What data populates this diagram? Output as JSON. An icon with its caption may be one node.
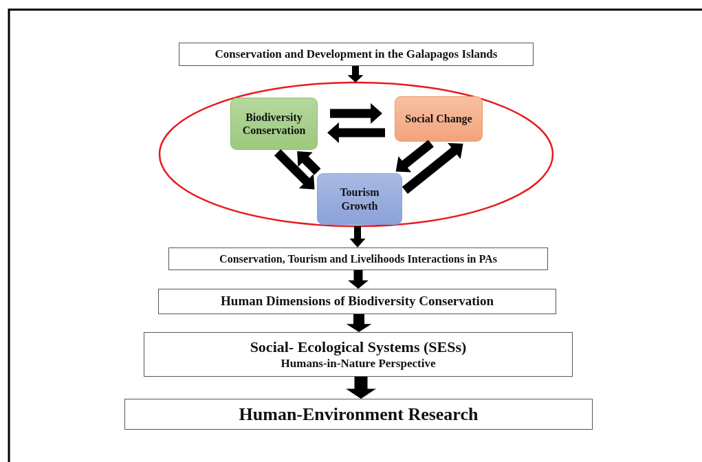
{
  "diagram": {
    "nodes": [
      {
        "text": [
          "Conservation and Development in the Galapagos Islands"
        ]
      },
      {
        "text": [],
        "shape": "ellipse"
      },
      {
        "text": [
          "Biodiversity Conservation"
        ],
        "in": 1
      },
      {
        "text": [
          "Social Change"
        ],
        "in": 1
      },
      {
        "text": [
          "Tourism Growth"
        ],
        "in": 1
      },
      {
        "text": [
          "Conservation, Tourism and Livelihoods Interactions in PAs"
        ]
      },
      {
        "text": [
          "Human Dimensions of Biodiversity Conservation"
        ]
      },
      {
        "text": [
          "Social- Ecological Systems (SESs)",
          "Humans-in-Nature Perspective"
        ]
      },
      {
        "text": [
          "Human-Environment Research"
        ]
      }
    ],
    "edges": [
      {
        "from": 0,
        "to": 1,
        "arrow": "to"
      },
      {
        "from": 2,
        "to": 3,
        "arrow": "to"
      },
      {
        "from": 3,
        "to": 2,
        "arrow": "to"
      },
      {
        "from": 2,
        "to": 4,
        "arrow": "to"
      },
      {
        "from": 4,
        "to": 2,
        "arrow": "to"
      },
      {
        "from": 3,
        "to": 4,
        "arrow": "to"
      },
      {
        "from": 4,
        "to": 3,
        "arrow": "to"
      },
      {
        "from": 1,
        "to": 5,
        "arrow": "to"
      },
      {
        "from": 5,
        "to": 6,
        "arrow": "to"
      },
      {
        "from": 6,
        "to": 7,
        "arrow": "to"
      },
      {
        "from": 7,
        "to": 8,
        "arrow": "to"
      }
    ]
  }
}
